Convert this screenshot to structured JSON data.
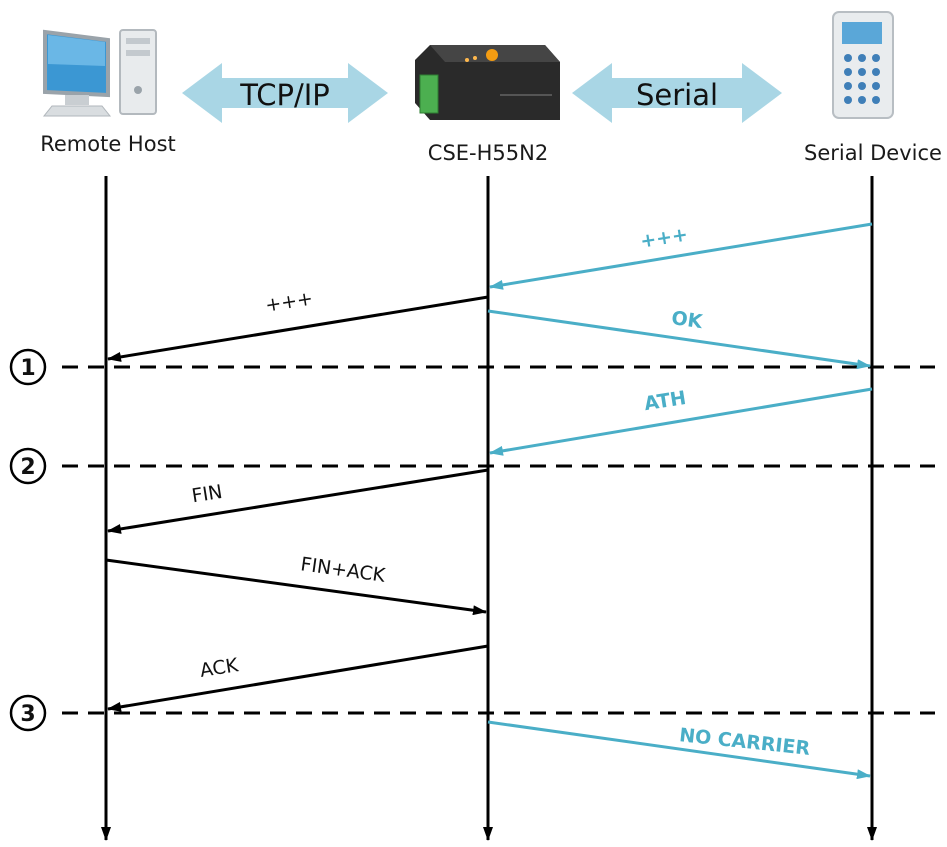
{
  "participants": {
    "remote_host": "Remote Host",
    "device": "CSE-H55N2",
    "serial_device": "Serial Device"
  },
  "links": {
    "tcpip": "TCP/IP",
    "serial": "Serial"
  },
  "messages": {
    "plus_serial": "+++",
    "plus_tcp": "+++",
    "ok": "OK",
    "ath": "ATH",
    "fin": "FIN",
    "fin_ack": "FIN+ACK",
    "ack": "ACK",
    "no_carrier": "NO CARRIER"
  },
  "steps": [
    "1",
    "2",
    "3"
  ],
  "colors": {
    "tcp_line": "#000000",
    "serial_line": "#4aaec7",
    "link_arrow": "#a9d6e5"
  }
}
